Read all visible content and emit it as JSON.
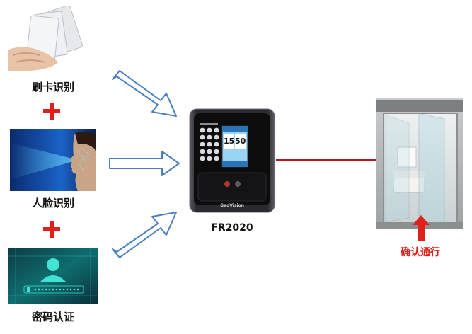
{
  "inputs": [
    {
      "label": "刷卡识别"
    },
    {
      "label": "人脸识别"
    },
    {
      "label": "密码认证"
    }
  ],
  "device": {
    "model_label": "FR2020",
    "screen_time_h": "15",
    "screen_time_m": "50",
    "brand": "GeoVision"
  },
  "door": {
    "label": "确认通行"
  },
  "colors": {
    "plus": "#e0201a",
    "arrow_stroke": "#4a7fc1",
    "connector": "#c0151b",
    "up_arrow": "#e0201a"
  }
}
